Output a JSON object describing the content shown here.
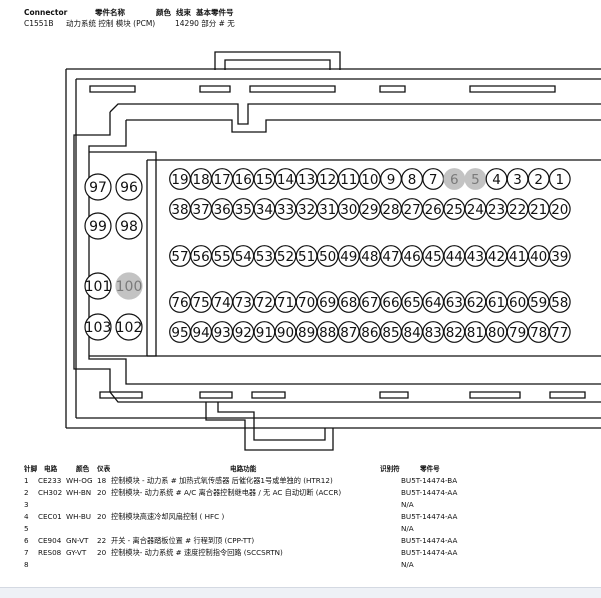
{
  "header": {
    "connector_label": "Connector",
    "part_name_label": "零件名称",
    "color_label": "颜色",
    "harness_label": "线束",
    "base_part_label": "基本零件号",
    "connector_id": "C1551B",
    "part_name": "动力系统 控制 模块 (PCM)",
    "base_part": "14290 部分 # 无"
  },
  "pins": {
    "row1": [
      "19",
      "18",
      "17",
      "16",
      "15",
      "14",
      "13",
      "12",
      "11",
      "10",
      "9",
      "8",
      "7",
      "6",
      "5",
      "4",
      "3",
      "2",
      "1"
    ],
    "row2": [
      "38",
      "37",
      "36",
      "35",
      "34",
      "33",
      "32",
      "31",
      "30",
      "29",
      "28",
      "27",
      "26",
      "25",
      "24",
      "23",
      "22",
      "21",
      "20"
    ],
    "row3": [
      "57",
      "56",
      "55",
      "54",
      "53",
      "52",
      "51",
      "50",
      "49",
      "48",
      "47",
      "46",
      "45",
      "44",
      "43",
      "42",
      "41",
      "40",
      "39"
    ],
    "row4": [
      "76",
      "75",
      "74",
      "73",
      "72",
      "71",
      "70",
      "69",
      "68",
      "67",
      "66",
      "65",
      "64",
      "63",
      "62",
      "61",
      "60",
      "59",
      "58"
    ],
    "row5": [
      "95",
      "94",
      "93",
      "92",
      "91",
      "90",
      "89",
      "88",
      "87",
      "86",
      "85",
      "84",
      "83",
      "82",
      "81",
      "80",
      "79",
      "78",
      "77"
    ],
    "big": [
      "97",
      "96",
      "99",
      "98",
      "101",
      "100",
      "103",
      "102"
    ],
    "highlighted": [
      "6",
      "5",
      "100"
    ]
  },
  "table": {
    "headers": {
      "pin": "针脚",
      "circuit": "电路",
      "color": "颜色",
      "gauge": "仪表",
      "function": "电路功能",
      "ident": "识别符",
      "part": "零件号"
    },
    "rows": [
      {
        "pin": "1",
        "circuit": "CE233",
        "color": "WH-OG",
        "gauge": "18",
        "function": "控制模块 - 动力系 # 加热式氧传感器 后催化器1号或单独的 (HTR12)",
        "part": "BU5T-14474-BA"
      },
      {
        "pin": "2",
        "circuit": "CH302",
        "color": "WH-BN",
        "gauge": "20",
        "function": "控制模块- 动力系统 # A/C 离合器控制继电器 / 无 AC 自动切断 (ACCR)",
        "part": "BU5T-14474-AA"
      },
      {
        "pin": "3",
        "circuit": "",
        "color": "",
        "gauge": "",
        "function": "",
        "part": "N/A"
      },
      {
        "pin": "4",
        "circuit": "CEC01",
        "color": "WH-BU",
        "gauge": "20",
        "function": "控制模块高速冷却风扇控制 ( HFC )",
        "part": "BU5T-14474-AA"
      },
      {
        "pin": "5",
        "circuit": "",
        "color": "",
        "gauge": "",
        "function": "",
        "part": "N/A"
      },
      {
        "pin": "6",
        "circuit": "CE904",
        "color": "GN-VT",
        "gauge": "22",
        "function": "开关 - 离合器踏板位置 # 行程到顶 (CPP-TT)",
        "part": "BU5T-14474-AA"
      },
      {
        "pin": "7",
        "circuit": "RES08",
        "color": "GY-VT",
        "gauge": "20",
        "function": "控制模块- 动力系统 # 速度控制指令回路 (SCCSRTN)",
        "part": "BU5T-14474-AA"
      },
      {
        "pin": "8",
        "circuit": "",
        "color": "",
        "gauge": "",
        "function": "",
        "part": "N/A"
      }
    ]
  }
}
